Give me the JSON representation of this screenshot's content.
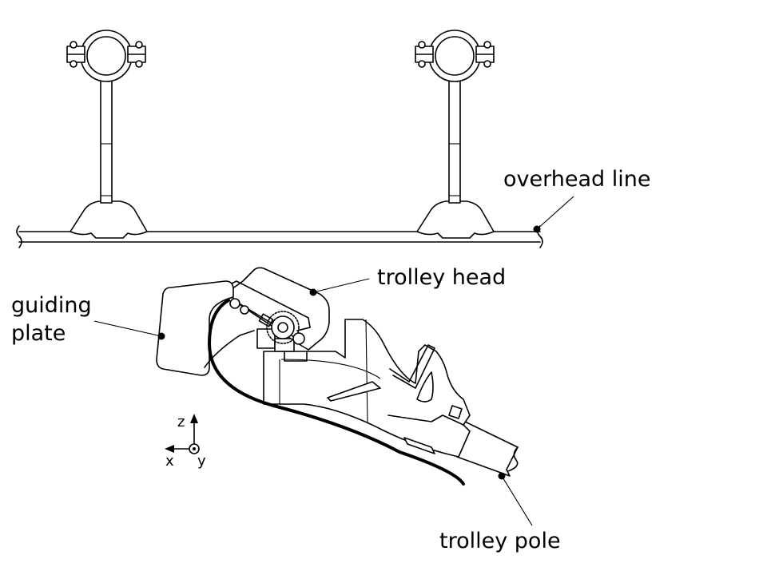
{
  "labels": {
    "overhead_line": "overhead line",
    "trolley_head": "trolley head",
    "guiding_plate_line1": "guiding",
    "guiding_plate_line2": "plate",
    "trolley_pole": "trolley pole"
  },
  "axes": {
    "z": "z",
    "x": "x",
    "y": "y"
  },
  "colors": {
    "stroke": "#000000",
    "background": "#ffffff"
  }
}
